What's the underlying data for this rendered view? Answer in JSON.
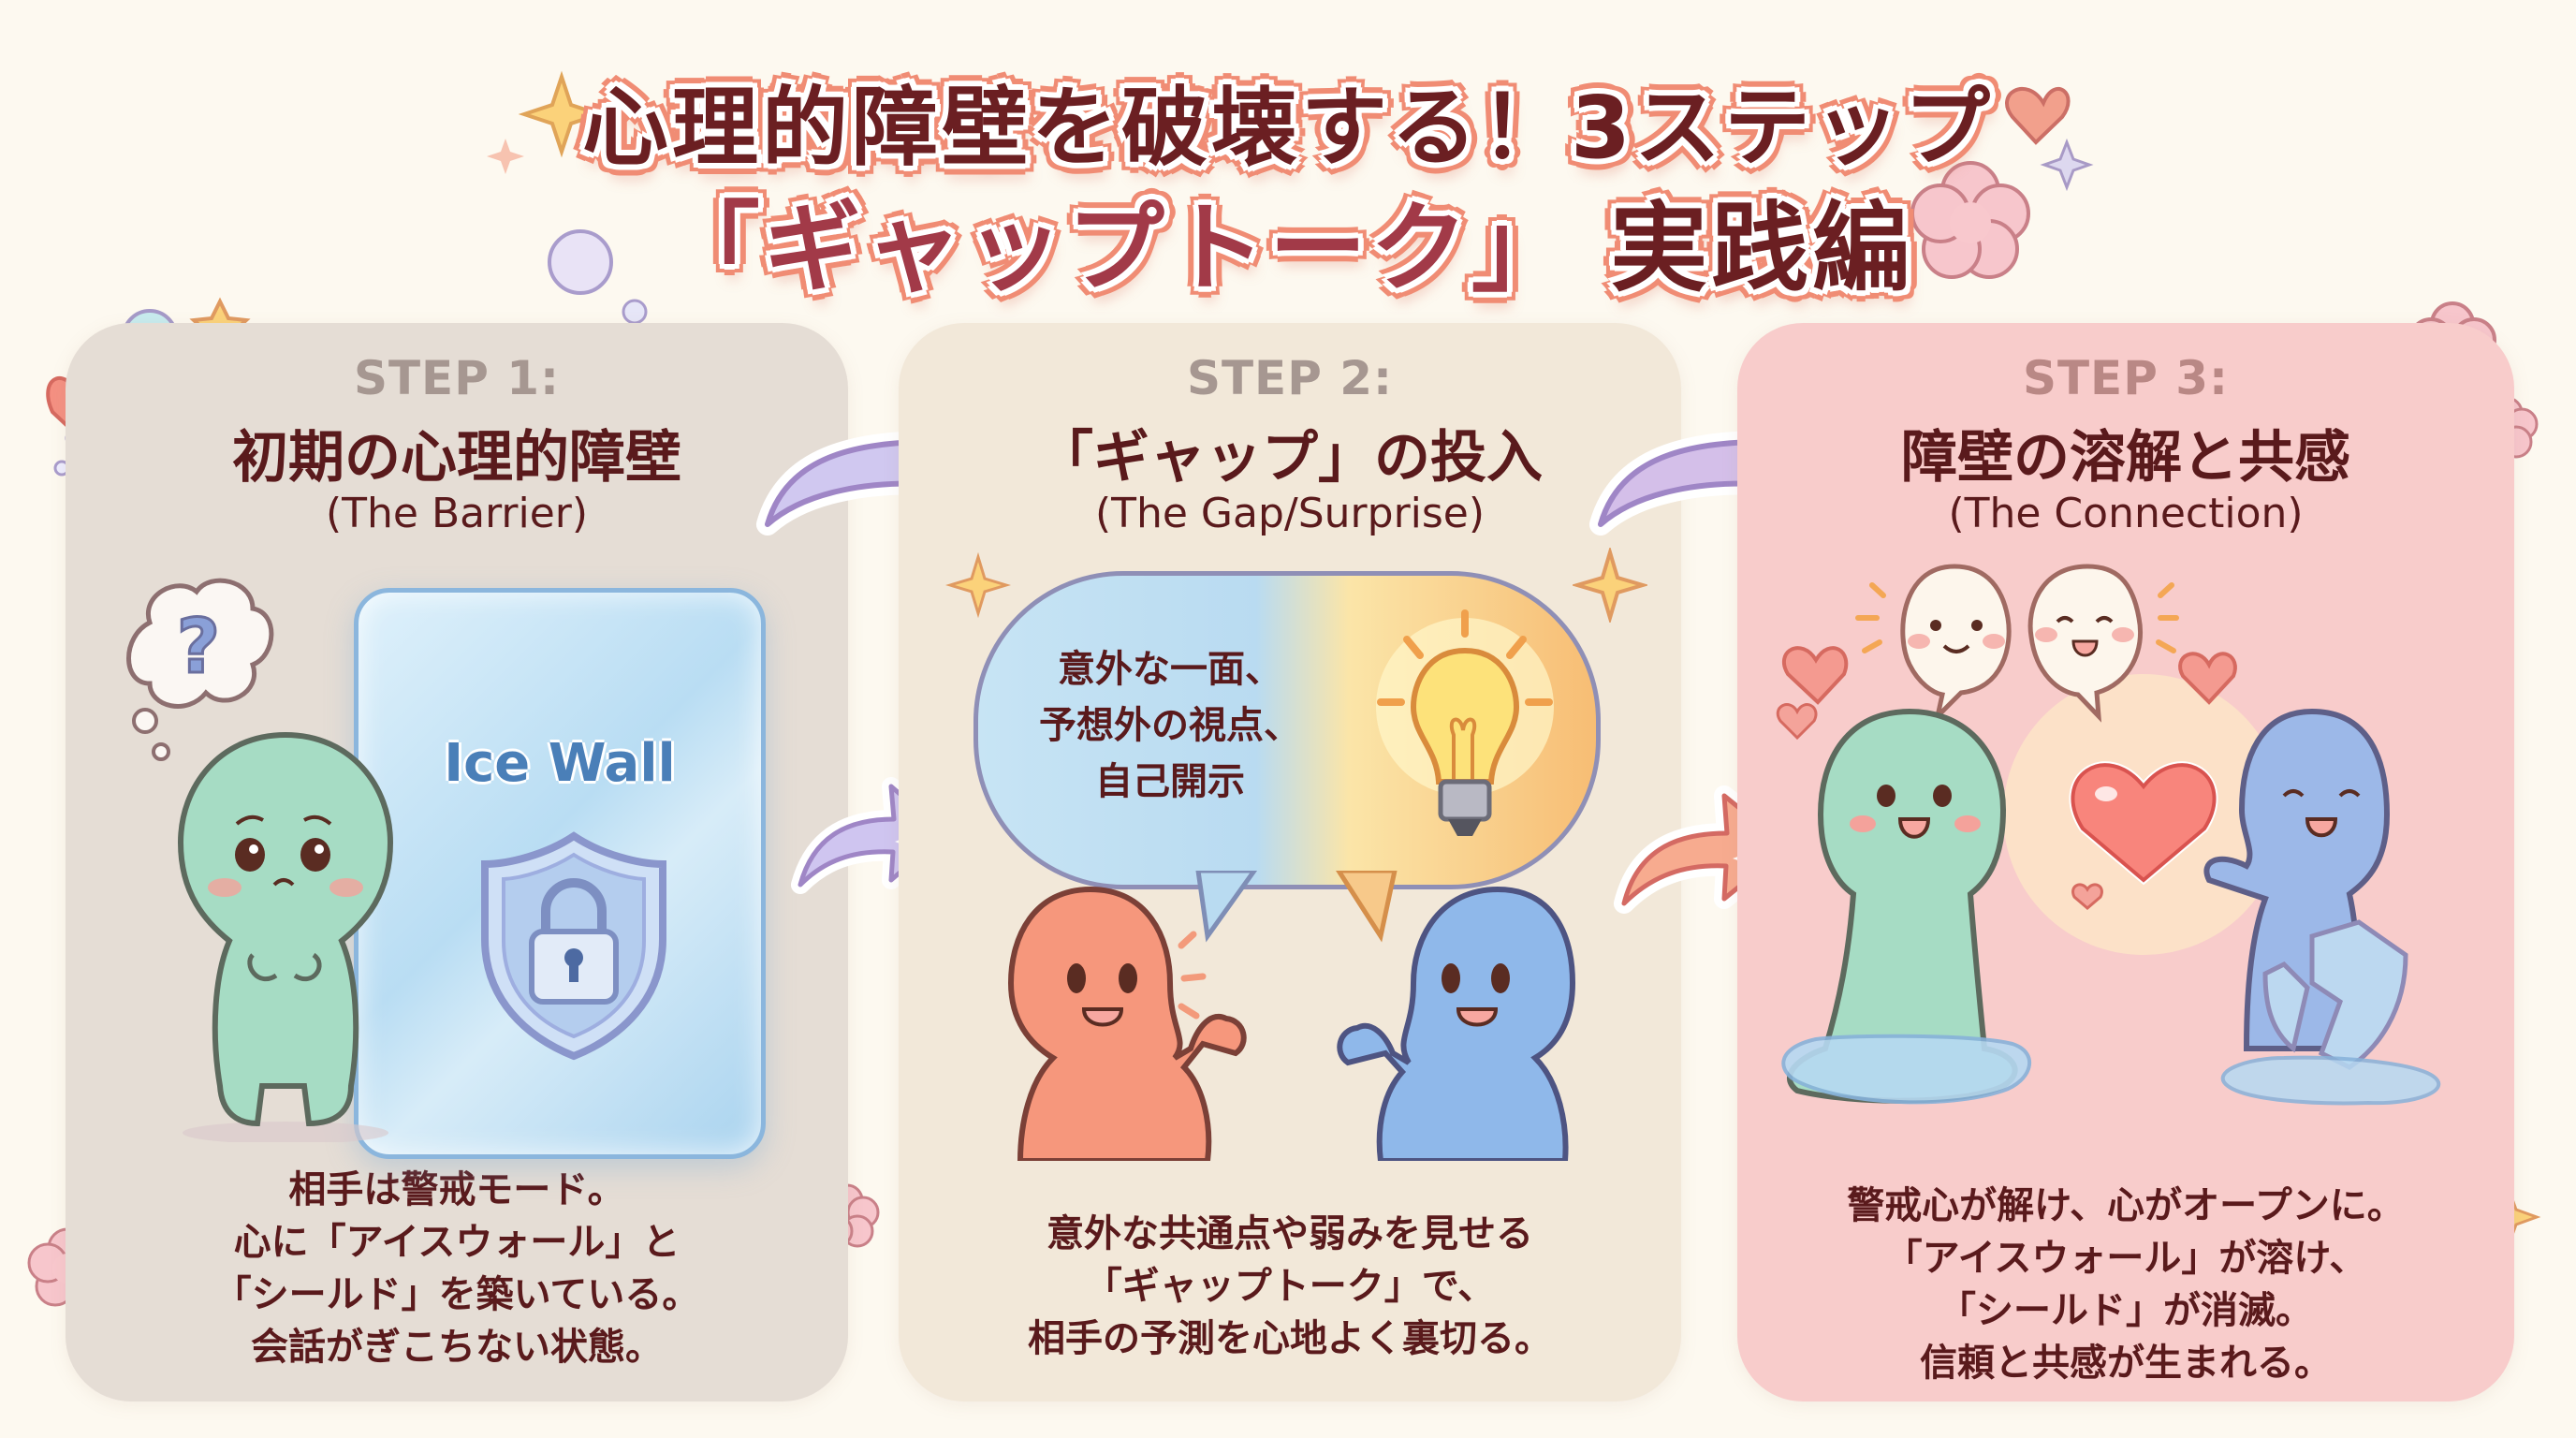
{
  "title": {
    "line1": "心理的障壁を破壊する！3ステップ",
    "line2_quoted": "「ギャップトーク」",
    "line2_suffix": "実践編"
  },
  "colors": {
    "background": "#fdf9f0",
    "panel1": "#e5ddd5",
    "panel2": "#f2e8d9",
    "panel3": "#f8cccb",
    "title_text": "#6b1f22",
    "title_outline": "#f08c74",
    "body_text": "#5a1a1c",
    "step_label": "#a69791",
    "arrow_purple": "#c9c0ec",
    "arrow_coral": "#f4a58a"
  },
  "steps": [
    {
      "label": "STEP 1:",
      "title": "初期の心理的障壁",
      "subtitle": "(The Barrier)",
      "illustration": {
        "wall_label": "Ice Wall",
        "icons": [
          "thought-bubble-question-icon",
          "worried-green-character",
          "ice-wall",
          "shield-lock-icon"
        ]
      },
      "description": [
        "相手は警戒モード。",
        "心に「アイスウォール」と",
        "「シールド」を築いている。",
        "会話がぎこちない状態。"
      ]
    },
    {
      "label": "STEP 2:",
      "title": "「ギャップ」の投入",
      "subtitle": "(The Gap/Surprise)",
      "illustration": {
        "bubble_text": [
          "意外な一面、",
          "予想外の視点、",
          "自己開示"
        ],
        "icons": [
          "speech-bubble",
          "lightbulb-icon",
          "orange-character",
          "blue-character"
        ]
      },
      "description": [
        "意外な共通点や弱みを見せる",
        "「ギャップトーク」で、",
        "相手の予測を心地よく裏切る。"
      ]
    },
    {
      "label": "STEP 3:",
      "title": "障壁の溶解と共感",
      "subtitle": "(The Connection)",
      "illustration": {
        "icons": [
          "smiling-speech-bubble",
          "laughing-speech-bubble",
          "melting-green-character",
          "heart-icon",
          "blue-character",
          "broken-shield-icon"
        ]
      },
      "description": [
        "警戒心が解け、心がオープンに。",
        "「アイスウォール」が溶け、",
        "「シールド」が消滅。",
        "信頼と共感が生まれる。"
      ]
    }
  ],
  "arrows": [
    {
      "from": "step1",
      "to": "step2",
      "color": "purple"
    },
    {
      "from": "step1",
      "to": "step2",
      "color": "purple"
    },
    {
      "from": "step2",
      "to": "step3",
      "color": "purple"
    },
    {
      "from": "step2",
      "to": "step3",
      "color": "coral"
    }
  ]
}
